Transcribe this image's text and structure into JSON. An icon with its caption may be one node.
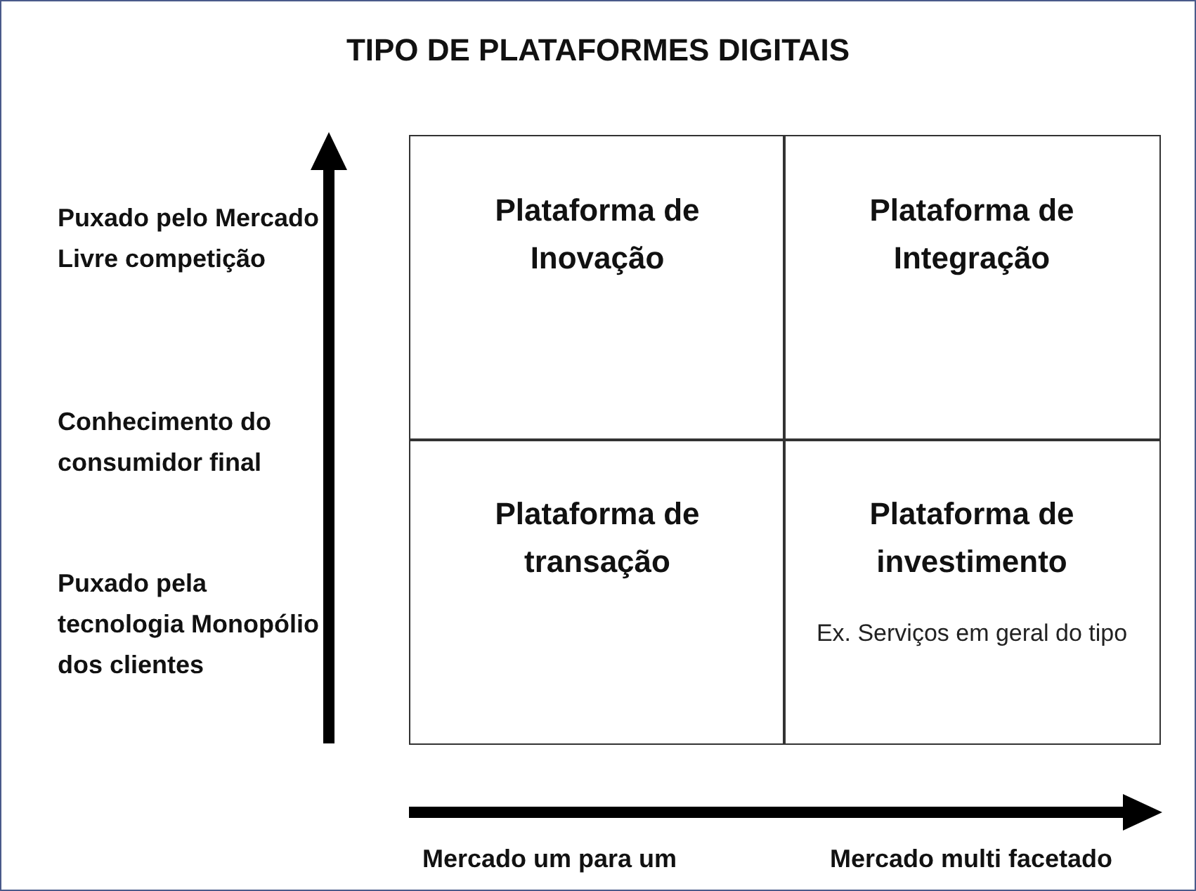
{
  "diagram": {
    "title": "TIPO DE PLATAFORMES DIGITAIS",
    "nodes": [
      {
        "text": [
          "Plataforma de Inovação"
        ]
      },
      {
        "text": [
          "Plataforma de Integração"
        ]
      },
      {
        "text": [
          "Plataforma de transação"
        ]
      },
      {
        "text": [
          "Plataforma de investimento",
          "Ex. Serviços em geral do tipo"
        ]
      }
    ],
    "edges": [],
    "labels": [
      "Puxado pelo Mercado Livre competição",
      "Conhecimento do consumidor final",
      "Puxado pela tecnologia Monopólio dos clientes",
      "Mercado um para um",
      "Mercado multi facetado"
    ]
  }
}
